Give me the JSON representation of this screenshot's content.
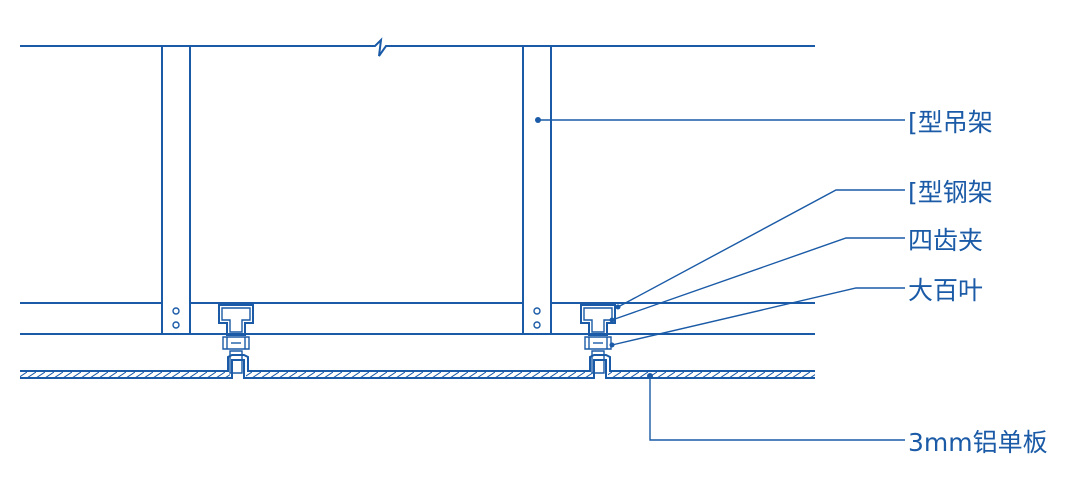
{
  "diagram": {
    "stroke_color": "#1a5aa6",
    "background_color": "#ffffff",
    "labels": {
      "c_hanger": "[型吊架",
      "c_steel_frame": "[型钢架",
      "four_tooth_clip": "四齿夹",
      "large_louver": "大百叶",
      "aluminum_panel": "3mm铝单板"
    }
  }
}
